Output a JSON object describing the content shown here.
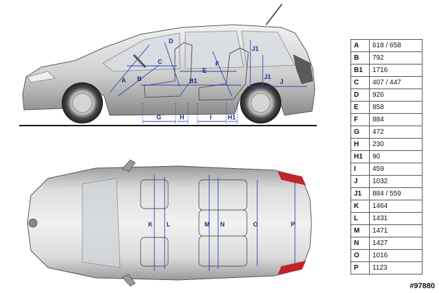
{
  "colors": {
    "body_light": "#e4e4e4",
    "body_dark": "#8f8f8f",
    "dimension_line": "#2d3fb0",
    "seat_outline": "#555555",
    "tail_light": "#c0252b"
  },
  "side_view_labels": [
    "A",
    "B",
    "C",
    "D",
    "E",
    "F",
    "B1",
    "J1",
    "J1",
    "J",
    "G",
    "H",
    "I",
    "H1"
  ],
  "top_view_labels": [
    "K",
    "L",
    "M",
    "N",
    "O",
    "P"
  ],
  "dimensions": [
    {
      "key": "A",
      "value": "618 / 658"
    },
    {
      "key": "B",
      "value": "792"
    },
    {
      "key": "B1",
      "value": "1716"
    },
    {
      "key": "C",
      "value": "407 / 447"
    },
    {
      "key": "D",
      "value": "926"
    },
    {
      "key": "E",
      "value": "858"
    },
    {
      "key": "F",
      "value": "884"
    },
    {
      "key": "G",
      "value": "472"
    },
    {
      "key": "H",
      "value": "230"
    },
    {
      "key": "H1",
      "value": "90"
    },
    {
      "key": "I",
      "value": "459"
    },
    {
      "key": "J",
      "value": "1032"
    },
    {
      "key": "J1",
      "value": "884 / 559"
    },
    {
      "key": "K",
      "value": "1464"
    },
    {
      "key": "L",
      "value": "1431"
    },
    {
      "key": "M",
      "value": "1471"
    },
    {
      "key": "N",
      "value": "1427"
    },
    {
      "key": "O",
      "value": "1016"
    },
    {
      "key": "P",
      "value": "1123"
    }
  ],
  "watermark": "#97880"
}
